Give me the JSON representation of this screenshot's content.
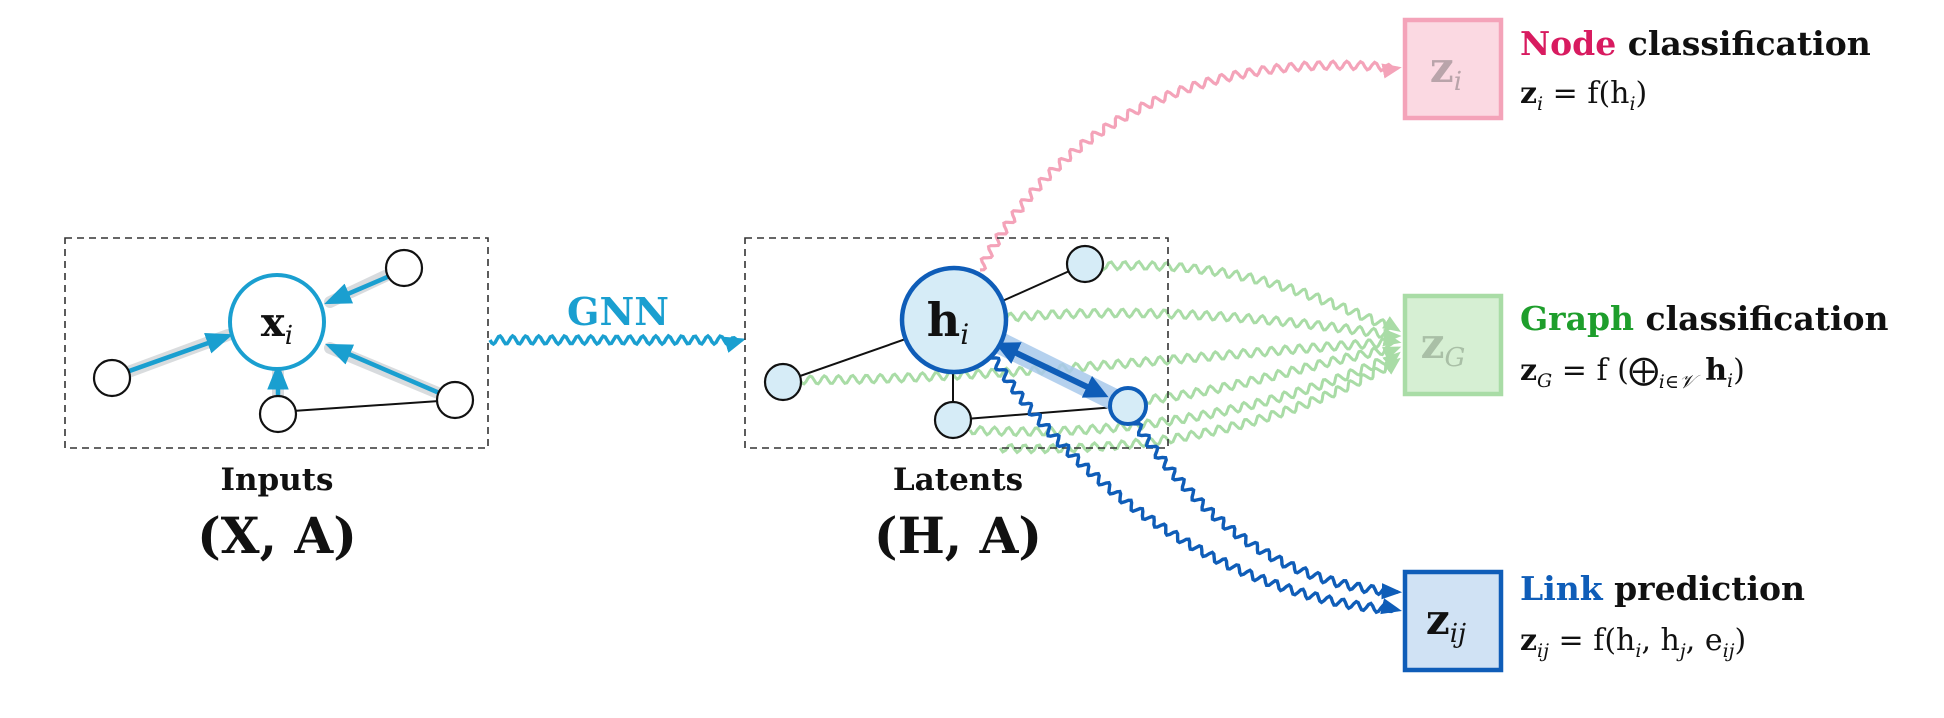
{
  "inputs": {
    "label": "Inputs",
    "formula": "(X, A)",
    "center_node": "x",
    "center_sub": "i"
  },
  "gnn": {
    "label": "GNN"
  },
  "latents": {
    "label": "Latents",
    "formula": "(H, A)",
    "center_node": "h",
    "center_sub": "i"
  },
  "outputs": {
    "node": {
      "keyword": "Node",
      "rest": "classification",
      "box_var": "z",
      "box_sub": "i",
      "formula_lhs": "z",
      "formula_lhs_sub": "i",
      "formula_rhs": " = f(h",
      "formula_rhs_sub": "i",
      "formula_end": ")"
    },
    "graph": {
      "keyword": "Graph",
      "rest": "classification",
      "box_var": "z",
      "box_sub": "G",
      "formula_lhs": "z",
      "formula_lhs_sub": "G",
      "formula_rhs": " = f (⨁",
      "formula_rhs_sub": "i∈𝒱",
      "formula_end": " h",
      "formula_end_sub": "i",
      "formula_close": ")"
    },
    "link": {
      "keyword": "Link",
      "rest": "prediction",
      "box_var": "z",
      "box_sub": "ij",
      "formula_lhs": "z",
      "formula_lhs_sub": "ij",
      "formula_rhs": " = f(h",
      "formula_rhs_sub1": "i",
      "formula_mid1": ", h",
      "formula_rhs_sub2": "j",
      "formula_mid2": ", e",
      "formula_rhs_sub3": "ij",
      "formula_end": ")"
    }
  },
  "colors": {
    "cyan": "#1a9fd0",
    "node_pink": "#d81b60",
    "graph_green": "#1e9e2c",
    "link_blue": "#0f5db8",
    "pink_light": "#f7a8bd",
    "green_light": "#a9dca6",
    "node_fill": "#d6ecf7"
  }
}
